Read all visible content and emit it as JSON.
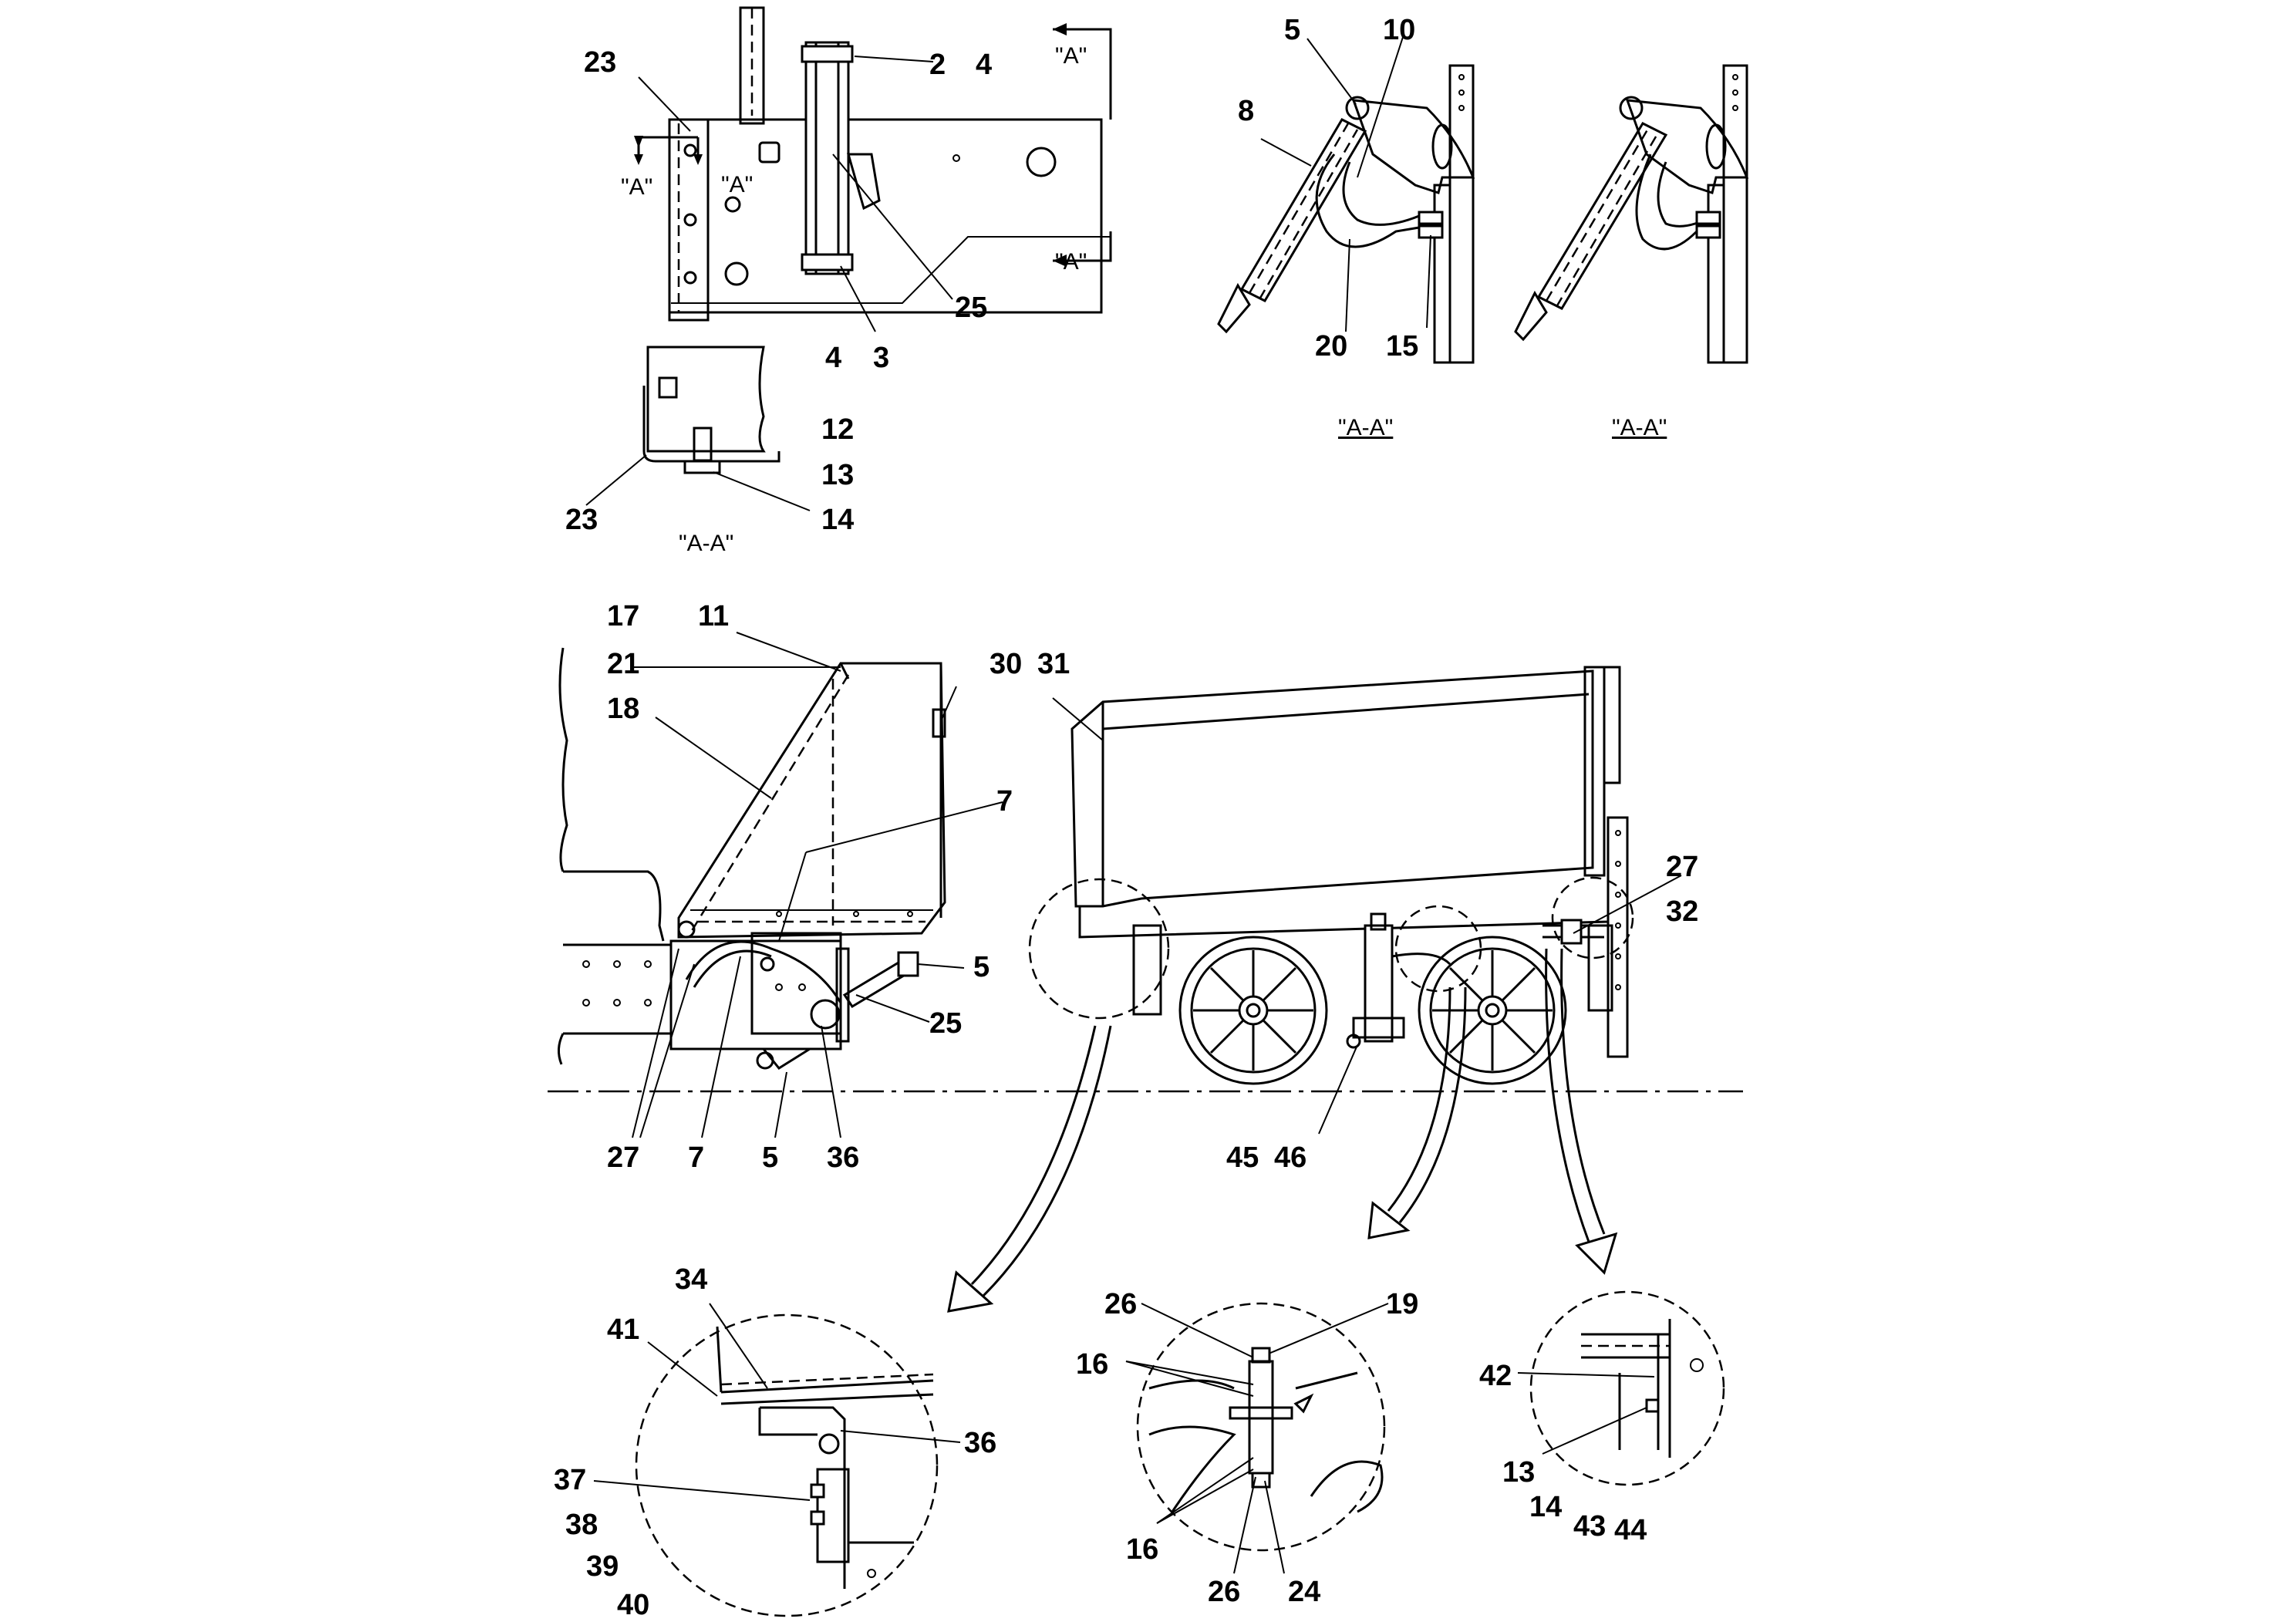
{
  "part_labels": {
    "top_left": {
      "p2": "2",
      "p4a": "4",
      "p23a": "23",
      "p25a": "25",
      "p4b": "4",
      "p3": "3",
      "p12": "12",
      "p13a": "13",
      "p23b": "23",
      "p14a": "14"
    },
    "top_right": {
      "p5a": "5",
      "p10": "10",
      "p8": "8",
      "p20": "20",
      "p15": "15"
    },
    "middle": {
      "p17": "17",
      "p11": "11",
      "p21": "21",
      "p30": "30",
      "p31": "31",
      "p18": "18",
      "p7a": "7",
      "p27a": "27",
      "p32": "32",
      "p5b": "5",
      "p25b": "25",
      "p27b": "27",
      "p7b": "7",
      "p5c": "5",
      "p36a": "36",
      "p45": "45",
      "p46": "46"
    },
    "detail_left": {
      "p34": "34",
      "p41": "41",
      "p36b": "36",
      "p37": "37",
      "p38": "38",
      "p39": "39",
      "p40": "40"
    },
    "detail_center": {
      "p26a": "26",
      "p19": "19",
      "p16a": "16",
      "p16b": "16",
      "p26b": "26",
      "p24": "24"
    },
    "detail_right": {
      "p42": "42",
      "p13b": "13",
      "p14b": "14",
      "p43": "43",
      "p44": "44"
    }
  },
  "view_labels": {
    "a_top_right": "\"A\"",
    "a_left": "\"A\"",
    "a_inner": "\"A\"",
    "a_bottom_right": "\"A\"",
    "section_aa_1": "\"A-A\"",
    "section_aa_2": "\"A-A\"",
    "section_aa_3": "\"A-A\""
  }
}
